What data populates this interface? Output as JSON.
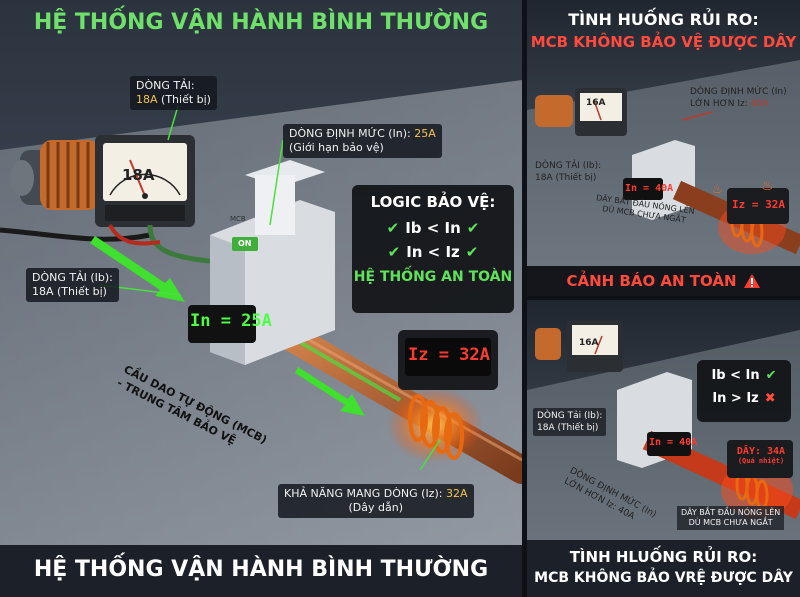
{
  "main": {
    "header": "HỆ THỐNG VẬN HÀNH BÌNH THƯỜNG",
    "footer": "HỆ THỐNG VẬN HÀNH BÌNH THƯỜNG",
    "load_current_top": {
      "line1": "DÒNG TẢI:",
      "line2_value": "18A",
      "line2_rest": " (Thiết bị)"
    },
    "rated_current": {
      "line1_text": "DÒNG ĐỊNH MỨC (In): ",
      "line1_value": "25A",
      "line2": "(Giới hạn bảo vệ)"
    },
    "load_current_left": {
      "line1": "DÒNG TẢI (Ib):",
      "line2": "18A (Thiết bị)"
    },
    "logic": {
      "title": "LOGIC BẢO VỆ:",
      "row1": "Ib < In",
      "row2": "In < Iz",
      "status": "HỆ THỐNG AN TOÀN"
    },
    "mcb_caption": {
      "line1": "CẦU DAO TỰ ĐỘNG (MCB)",
      "line2": "- TRUNG TÂM BẢO VỆ"
    },
    "capacity": {
      "line1_text": "KHẢ NĂNG MANG DÒNG (Iz): ",
      "line1_value": "32A",
      "line2": "(Dây dẫn)"
    },
    "ammeter_reading": "18A",
    "mcb_display": "In = 25A",
    "iz_display": "Iz = 32A",
    "mcb_on_label": "ON",
    "mcb_brand": "MCB"
  },
  "top_right": {
    "title_line1": "TÌNH HUỐNG RỦI RO:",
    "title_line2": "MCB KHÔNG BẢO VỆ ĐƯỢC DÂY",
    "rated_note": {
      "line1": "DÒNG ĐỊNH MỨC (In)",
      "line2_text": "LỚN HƠN Iz: ",
      "line2_value": "40A"
    },
    "load_note": {
      "line1": "DÒNG TẢI (Ib):",
      "line2": "18A (Thiết bị)"
    },
    "wire_note": {
      "line1": "DÂY BẮT ĐẦU NÓNG LÊN",
      "line2": "DÙ MCB CHƯA NGẮT"
    },
    "warning": "CẢNH BÁO AN TOÀN",
    "ammeter_reading": "16A",
    "mcb_display": "In = 40A",
    "iz_display": "Iz = 32A"
  },
  "bottom_right": {
    "title_line1": "TÌNH HLUỐNG RỦI RO:",
    "title_line2": "MCB KHÔNG BẢO VRỆ ĐƯỢC DÂY",
    "logic": {
      "row1": "Ib < In",
      "row2": "In > Iz"
    },
    "load_note": {
      "line1": "DÒNG Tải (Ib):",
      "line2": "18A (Thiết bị)"
    },
    "rated_note": {
      "line1": "DÒNG ĐỊNH MỨC (In)",
      "line2": "LỚN HƠN Iz: 40A"
    },
    "wire_note": {
      "line1": "DÂY BẮT ĐẦU NÓNG LÊN",
      "line2": "DÙ MCB CHƯA NGẮT"
    },
    "ammeter_reading": "16A",
    "mcb_display": "In = 40A",
    "iz_display": "DÂY: 34A",
    "iz_display_sub": "(Quá nhiệt)"
  },
  "colors": {
    "safe_green": "#5fe35a",
    "danger_red": "#ff3b2f",
    "highlight_yellow": "#f6c34a",
    "wire_copper": "#b8643a"
  }
}
